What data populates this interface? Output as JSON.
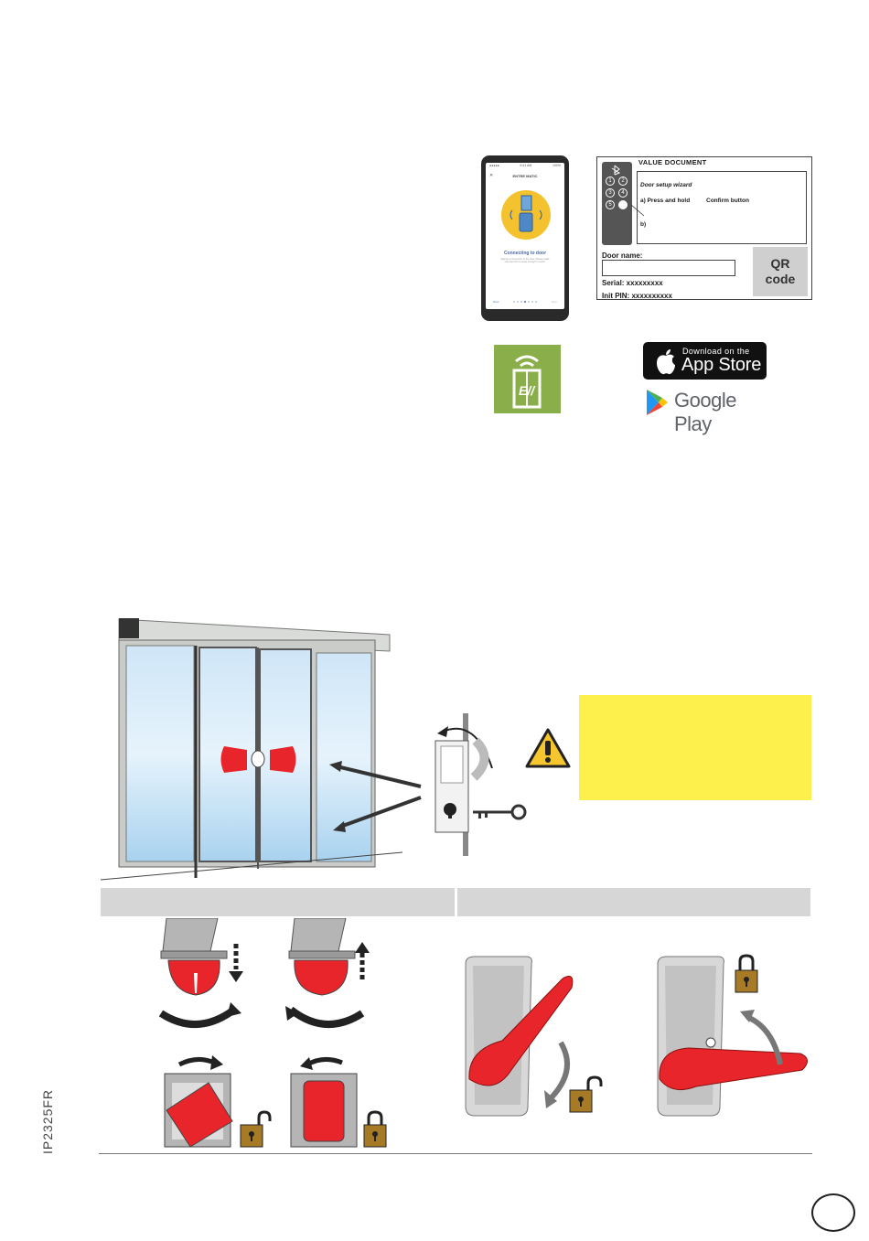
{
  "phone_app": {
    "status_left": "●●●●●",
    "status_time": "9:41 AM",
    "status_battery": "100%",
    "close_icon": "close-icon",
    "brand": "ENTRE MATIC",
    "caption": "Connecting to door",
    "subtext_line1": "Making a connection to the door. Please make",
    "subtext_line2": "sure the door is close enough to reach.",
    "back_label": "Back",
    "next_label": "Next"
  },
  "value_document": {
    "title": "VALUE DOCUMENT",
    "remote_keys": [
      "1",
      "2",
      "3",
      "4",
      "5"
    ],
    "wizard_title": "Door setup wizard",
    "step_a": "a) Press and hold",
    "confirm_button": "Confirm button",
    "step_b": "b)",
    "door_name_label": "Door name:",
    "serial": "Serial: xxxxxxxxx",
    "init_pin": "Init PIN: xxxxxxxxxx",
    "qr_line1": "QR",
    "qr_line2": "code"
  },
  "app_icon": {
    "name": "entrematic-app-icon",
    "color": "#8aae4a"
  },
  "stores": {
    "apple_small": "Download on the",
    "apple_big": "App Store",
    "google": "Google Play"
  },
  "warning": {
    "icon": "warning-triangle-icon",
    "box_color": "#fdf04d"
  },
  "document_code": "IP2325FR",
  "colors": {
    "accent_red": "#e8252a",
    "lock_gold": "#a77b26",
    "header_bar": "#d6d6d6"
  }
}
